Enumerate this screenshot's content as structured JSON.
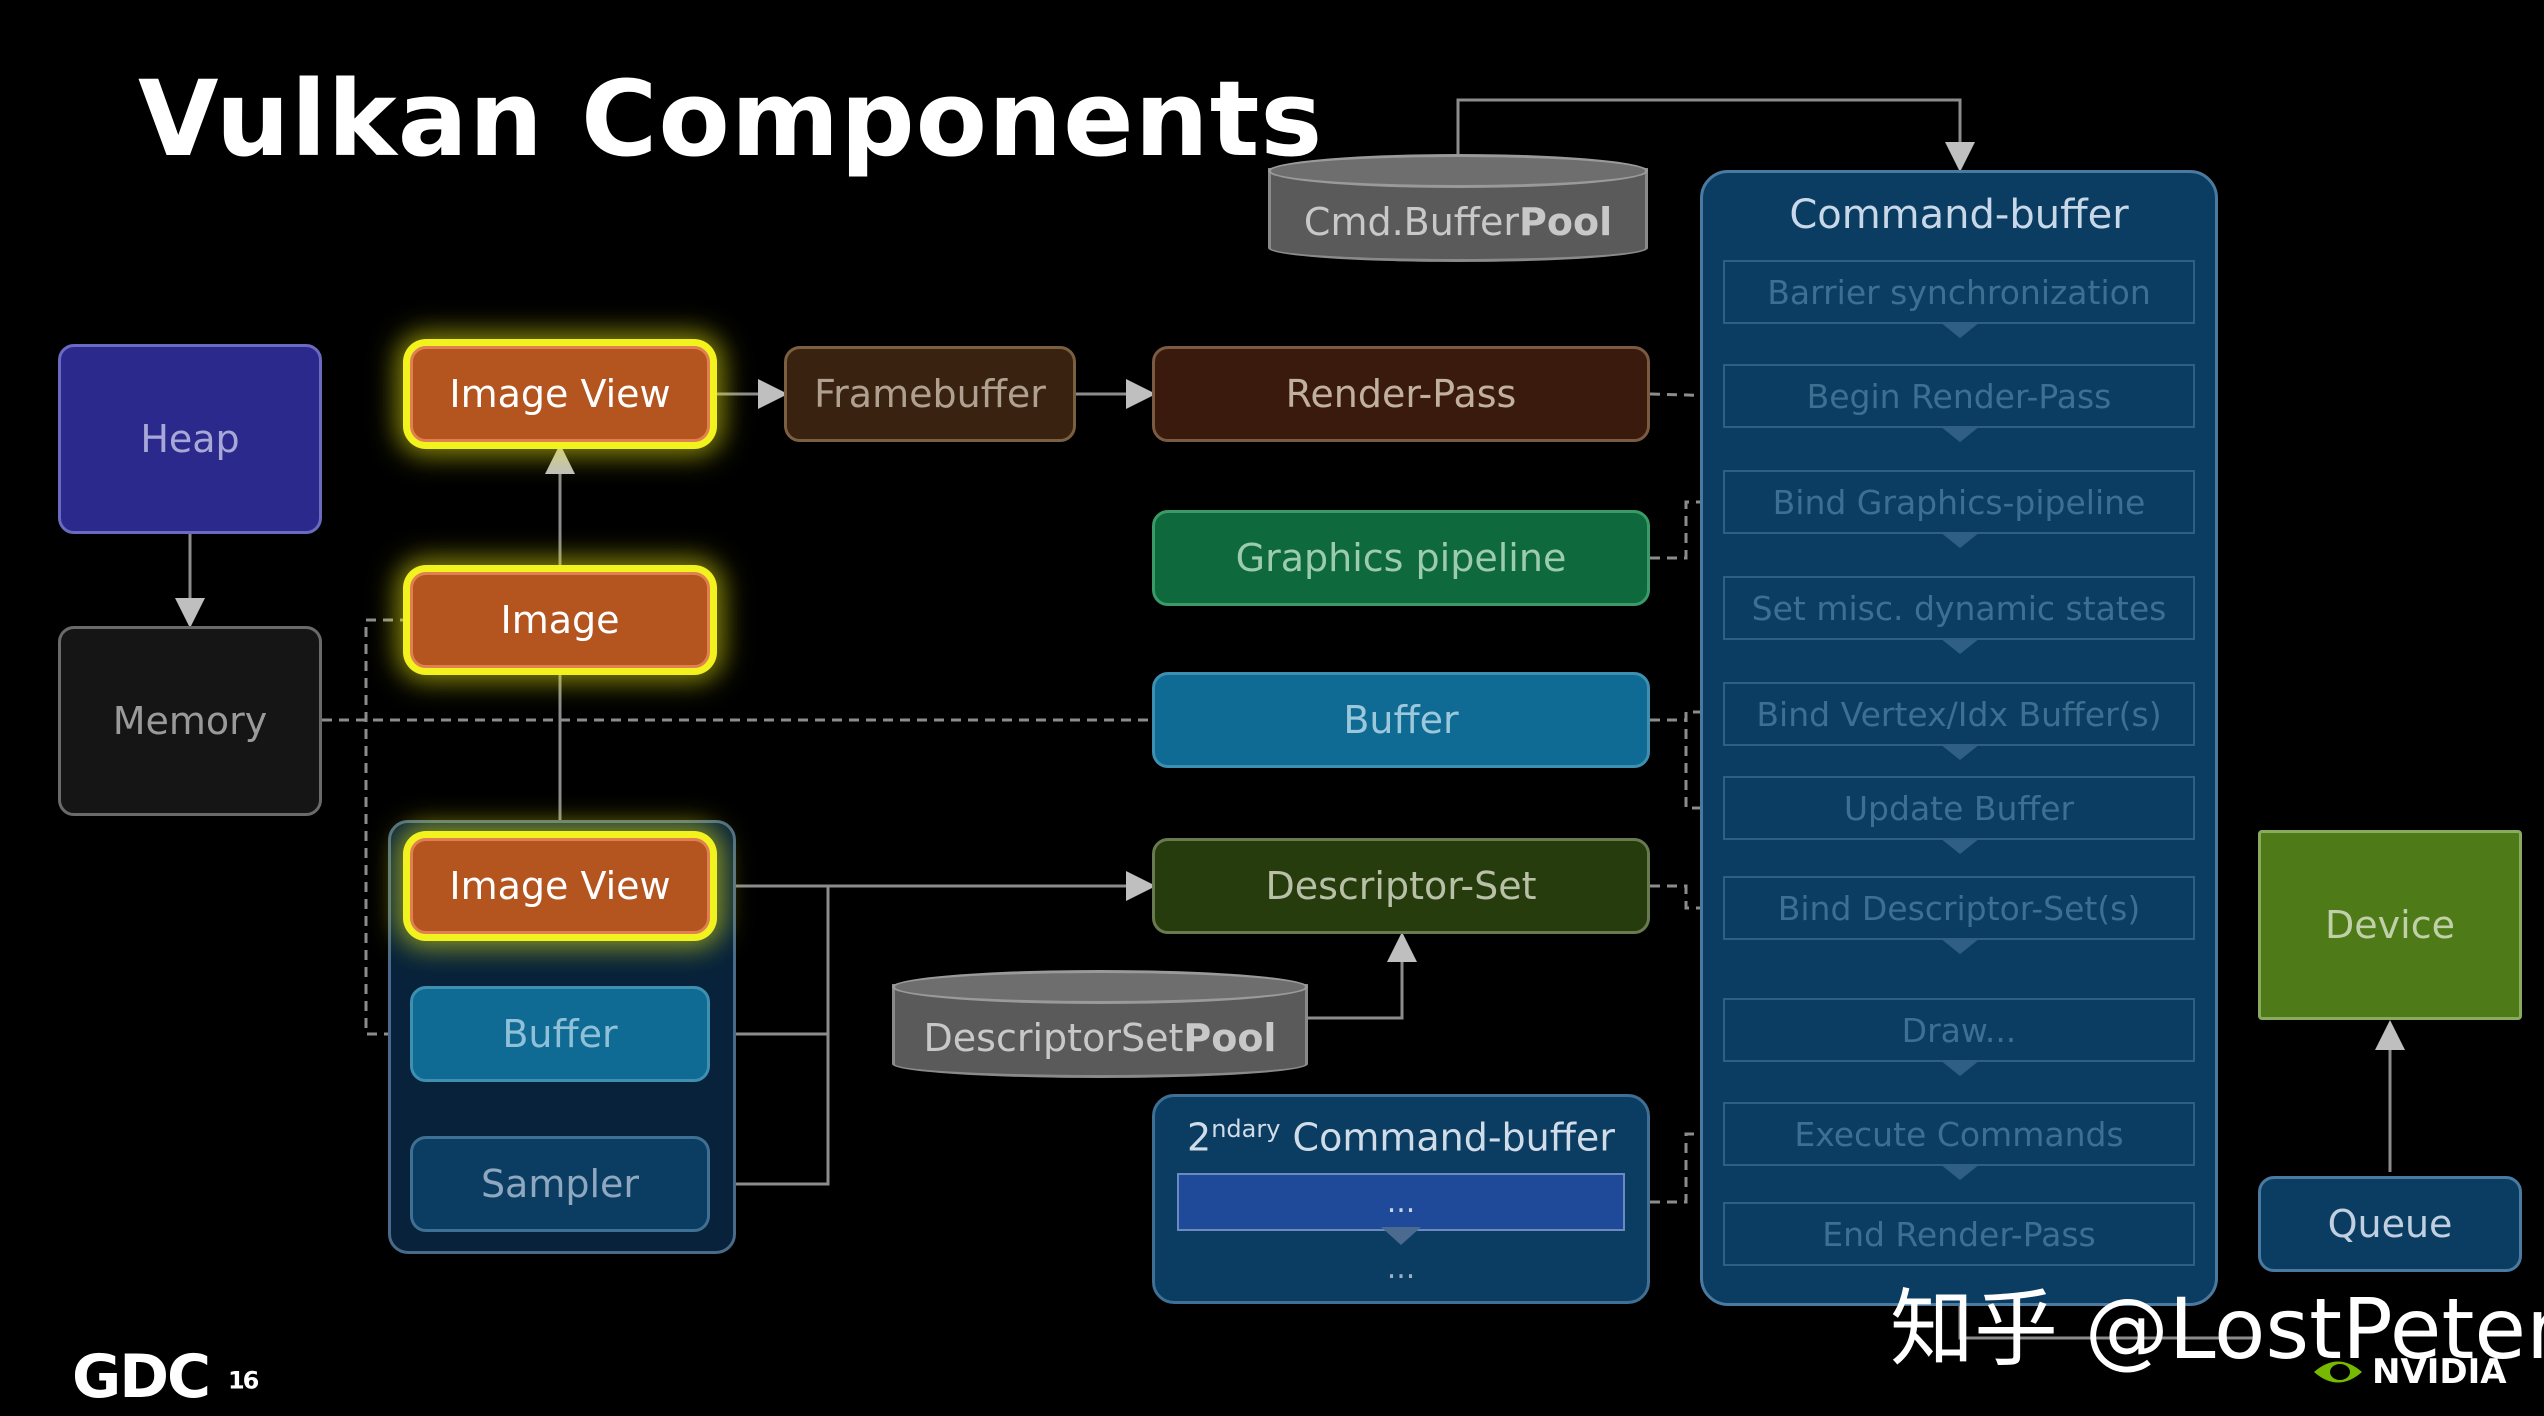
{
  "title": "Vulkan Components",
  "nodes": {
    "heap": "Heap",
    "memory": "Memory",
    "image_view_top": "Image View",
    "image": "Image",
    "image_view_bottom": "Image View",
    "buffer_left": "Buffer",
    "sampler": "Sampler",
    "framebuffer": "Framebuffer",
    "render_pass": "Render-Pass",
    "graphics_pipeline": "Graphics pipeline",
    "buffer_mid": "Buffer",
    "descriptor_set": "Descriptor-Set",
    "cmd_buffer_pool_a": "Cmd.Buffer ",
    "cmd_buffer_pool_b": "Pool",
    "descriptor_pool_a": "DescriptorSet ",
    "descriptor_pool_b": "Pool",
    "secondary_cb_sup_base": "2",
    "secondary_cb_sup": "ndary",
    "secondary_cb_rest": " Command-buffer",
    "secondary_item": "...",
    "secondary_more": "...",
    "device": "Device",
    "queue": "Queue"
  },
  "command_buffer": {
    "title": "Command-buffer",
    "steps": [
      "Barrier synchronization",
      "Begin Render-Pass",
      "Bind Graphics-pipeline",
      "Set misc. dynamic states",
      "Bind Vertex/Idx Buffer(s)",
      "Update Buffer",
      "Bind Descriptor-Set(s)",
      "Draw...",
      "Execute Commands",
      "End Render-Pass"
    ]
  },
  "watermark": "知乎 @LostPeter",
  "logos": {
    "gdc": "GDC",
    "gdc_num": "16",
    "nvidia": "NVIDIA"
  },
  "colors": {
    "heap": "#2b2a8c",
    "memory": "#1a1a1a",
    "image_orange": "#b4541f",
    "framebuffer": "#3a2210",
    "render_pass": "#3a1a0c",
    "graphics_pipeline": "#0e6a3c",
    "buffer": "#0f6b93",
    "descriptor_set": "#263c0c",
    "command_buffer": "#0b3d63",
    "device": "#4f7a18",
    "queue": "#0b3d63",
    "glow": "#f2f21e"
  }
}
